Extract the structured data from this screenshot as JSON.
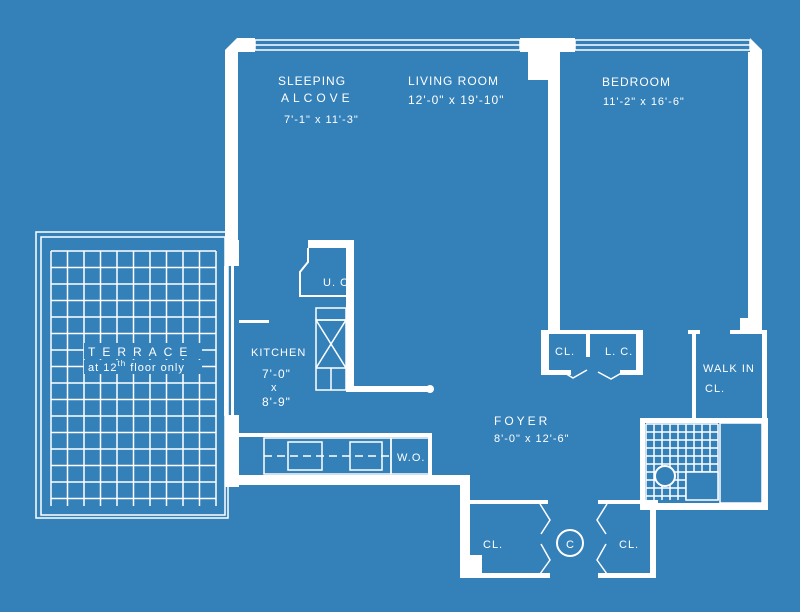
{
  "colors": {
    "background": "#3480b9",
    "lines": "#ffffff"
  },
  "rooms": {
    "sleeping_alcove": {
      "name_1": "SLEEPING",
      "name_2": "ALCOVE",
      "size": "7'-1\" x 11'-3\""
    },
    "living_room": {
      "name": "LIVING ROOM",
      "size": "12'-0\" x 19'-10\""
    },
    "bedroom": {
      "name": "BEDROOM",
      "size": "11'-2\" x 16'-6\""
    },
    "terrace": {
      "name": "TERRACE",
      "note_a": "at 12",
      "note_sup": "th",
      "note_b": " floor only"
    },
    "kitchen": {
      "name": "KITCHEN",
      "size_1": "7'-0\"",
      "size_x": "x",
      "size_2": "8'-9\""
    },
    "foyer": {
      "name": "FOYER",
      "size": "8'-0\" x 12'-6\""
    },
    "walk_in": {
      "name_1": "WALK IN",
      "name_2": "CL."
    },
    "closet_bedroom": "CL.",
    "linen_closet": "L. C.",
    "closet_left": "CL.",
    "closet_right": "CL.",
    "utility_closet": "U. C.",
    "wall_oven": "W.O.",
    "compactor": "C"
  }
}
